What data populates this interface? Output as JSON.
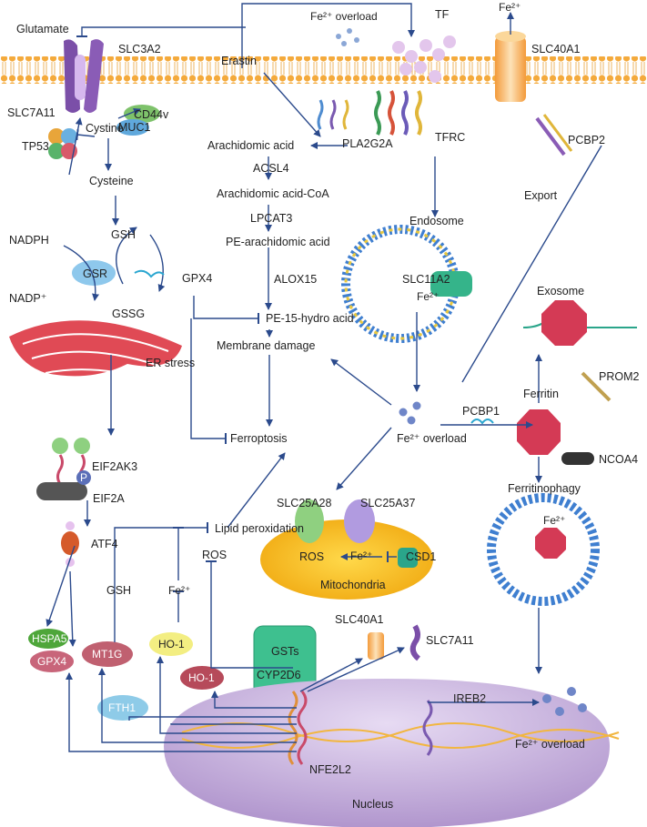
{
  "membrane": {
    "glutamate": "Glutamate",
    "slc3a2": "SLC3A2",
    "slc7a11": "SLC7A11",
    "erastin": "Erastin",
    "fe_overload_top": "Fe²⁺ overload",
    "tf": "TF",
    "fe_export": "Fe²⁺",
    "slc40a1": "SLC40A1",
    "cd44v": "CD44v",
    "muc1": "MUC1",
    "tfrc": "TFRC",
    "pla2g2a": "PLA2G2A",
    "pcbp2": "PCBP2",
    "export": "Export"
  },
  "left_pathway": {
    "cystine": "Cystine",
    "tp53": "TP53",
    "cysteine": "Cysteine",
    "gsh": "GSH",
    "nadph": "NADPH",
    "gsr": "GSR",
    "nadp": "NADP⁺",
    "gssg": "GSSG",
    "er_stress": "ER stress",
    "eif2ak3": "EIF2AK3",
    "p": "P",
    "eif2a": "EIF2A",
    "atf4": "ATF4",
    "hspa5": "HSPA5",
    "gpx4_bottom": "GPX4",
    "mt1g": "MT1G",
    "gsh_bottom": "GSH",
    "fth1": "FTH1",
    "ho1_yellow": "HO-1",
    "ho1_red": "HO-1",
    "fe_small": "Fe²⁺"
  },
  "center_pathway": {
    "arachidonic": "Arachidomic acid",
    "acsl4": "ACSL4",
    "arachidonic_coa": "Arachidomic acid-CoA",
    "lpcat3": "LPCAT3",
    "pe_arachidonic": "PE-arachidomic acid",
    "alox15": "ALOX15",
    "gpx4": "GPX4",
    "pe15": "PE-15-hydro acid",
    "membrane_damage": "Membrane damage",
    "ferroptosis": "Ferroptosis",
    "lipid_perox": "Lipid peroxidation",
    "ros": "ROS",
    "gsts": "GSTs",
    "cyp2d6": "CYP2D6"
  },
  "right_pathway": {
    "endosome": "Endosome",
    "slc11a2": "SLC11A2",
    "fe_endo": "Fe²⁺",
    "exosome": "Exosome",
    "prom2": "PROM2",
    "pcbp1": "PCBP1",
    "ferritin": "Ferritin",
    "fe_overload_mid": "Fe²⁺ overload",
    "ncoa4": "NCOA4",
    "ferritinophagy": "Ferritinophagy",
    "fe_phago": "Fe²⁺",
    "slc25a28": "SLC25A28",
    "slc25a37": "SLC25A37",
    "ros_mito": "ROS",
    "fe_mito": "Fe²⁺",
    "csd1": "CSD1",
    "mitochondria": "Mitochondria",
    "slc40a1_nuc": "SLC40A1",
    "slc7a11_nuc": "SLC7A11",
    "ireb2": "IREB2",
    "fe_overload_bottom": "Fe²⁺ overload",
    "nfe2l2": "NFE2L2",
    "nucleus": "Nucleus"
  },
  "colors": {
    "arrow": "#2b4a8c",
    "membrane_head": "#f0a640",
    "mito": "#f5b91a",
    "nucleus": "#b79bd0",
    "ferritin": "#d43a55",
    "vesicle_ring": "#3f7fd0"
  }
}
